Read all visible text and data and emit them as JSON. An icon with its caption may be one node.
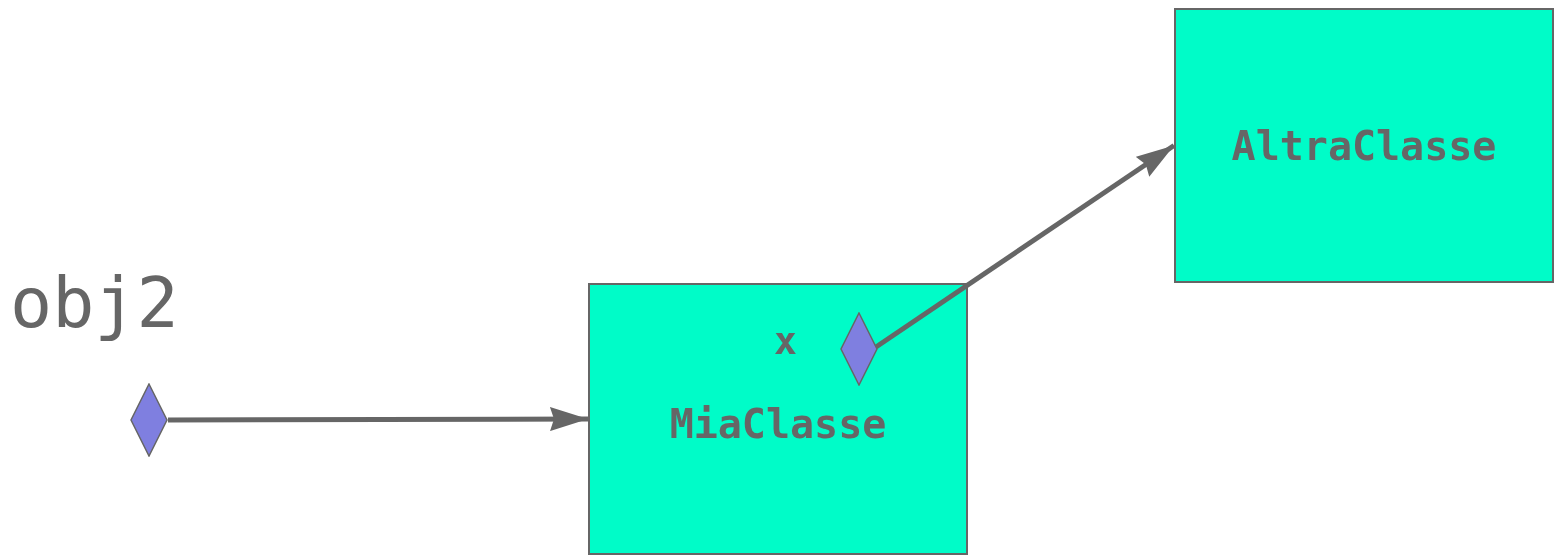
{
  "diagram": {
    "nodes": [
      {
        "text": [],
        "shape": "diamond",
        "beside": [
          "obj2"
        ]
      },
      {
        "text": [
          "MiaClasse"
        ]
      },
      {
        "text": [],
        "shape": "diamond",
        "in": 1,
        "beside": [
          "x"
        ]
      },
      {
        "text": [
          "AltraClasse"
        ]
      }
    ],
    "edges": [
      {
        "from": 0,
        "to": 1,
        "arrow": "to"
      },
      {
        "from": 2,
        "to": 3,
        "arrow": "to"
      }
    ]
  }
}
